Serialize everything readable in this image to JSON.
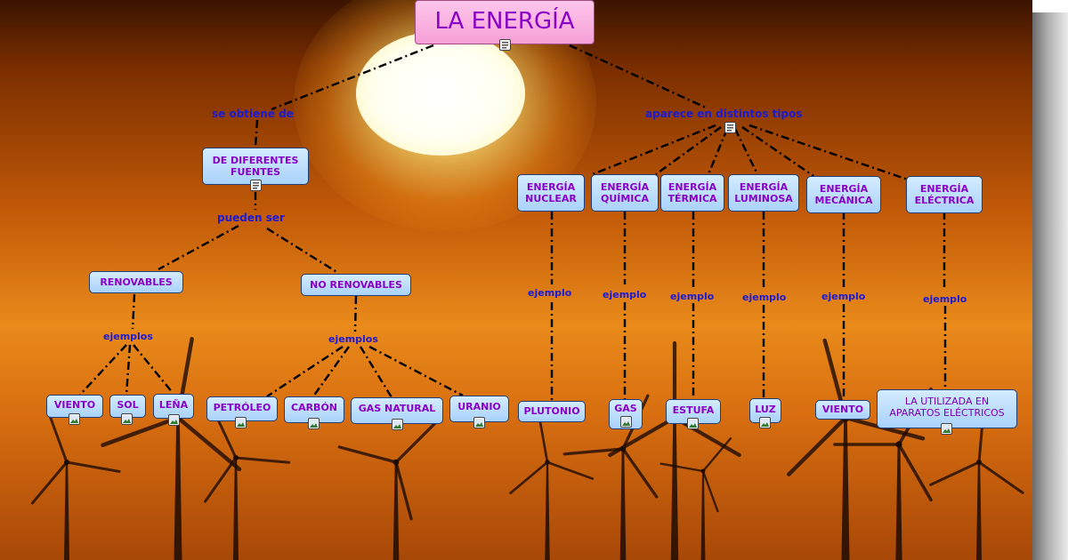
{
  "title": "LA ENERGÍA",
  "links": {
    "obtiene": "se obtiene de",
    "aparece": "aparece en distintos tipos",
    "pueden_ser": "pueden ser",
    "ejemplos_renovables": "ejemplos",
    "ejemplos_no_renovables": "ejemplos",
    "ejemplo": "ejemplo"
  },
  "nodes": {
    "fuentes": "DE DIFERENTES FUENTES",
    "renovables": "RENOVABLES",
    "no_renovables": "NO RENOVABLES",
    "nuclear": "ENERGÍA NUCLEAR",
    "quimica": "ENERGÍA QUÍMICA",
    "termica": "ENERGÍA TÉRMICA",
    "luminosa": "ENERGÍA LUMINOSA",
    "mecanica": "ENERGÍA MECÁNICA",
    "electrica": "ENERGÍA ELÉCTRICA",
    "viento": "VIENTO",
    "sol": "SOL",
    "lena": "LEÑA",
    "petroleo": "PETRÓLEO",
    "carbon": "CARBÓN",
    "gas_natural": "GAS NATURAL",
    "uranio": "URANIO",
    "plutonio": "PLUTONIO",
    "gas": "GAS",
    "estufa": "ESTUFA",
    "luz": "LUZ",
    "viento_mec": "VIENTO",
    "aparatos": "LA UTILIZADA EN APARATOS ELÉCTRICOS"
  },
  "icons": {
    "note": "note-icon",
    "image": "image-icon"
  },
  "colors": {
    "title_bg": "#f5a0d6",
    "node_bg": "#a9d2fb",
    "node_text": "#8a00c8",
    "link_text": "#1a1ad8",
    "connector": "#000000"
  }
}
